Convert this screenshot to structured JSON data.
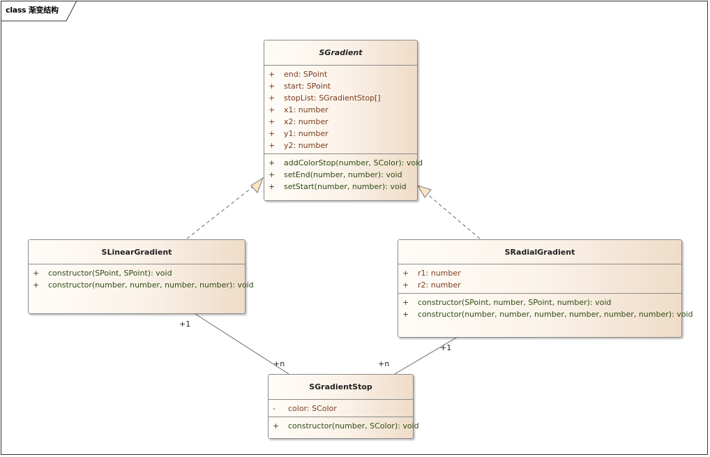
{
  "frame_label": "class 渐变结构",
  "colors": {
    "attribute": "#7a3b1e",
    "operation": "#2f4a12",
    "border": "#8a8a8a",
    "fill_light": "#fffcf8",
    "fill_dark": "#efdcc8"
  },
  "classes": [
    {
      "name": "SGradient",
      "abstract": true,
      "attributes": [
        {
          "vis": "+",
          "text": "end: SPoint"
        },
        {
          "vis": "+",
          "text": "start: SPoint"
        },
        {
          "vis": "+",
          "text": "stopList: SGradientStop[]"
        },
        {
          "vis": "+",
          "text": "x1: number"
        },
        {
          "vis": "+",
          "text": "x2: number"
        },
        {
          "vis": "+",
          "text": "y1: number"
        },
        {
          "vis": "+",
          "text": "y2: number"
        }
      ],
      "operations": [
        {
          "vis": "+",
          "text": "addColorStop(number, SColor): void"
        },
        {
          "vis": "+",
          "text": "setEnd(number, number): void"
        },
        {
          "vis": "+",
          "text": "setStart(number, number): void"
        }
      ]
    },
    {
      "name": "SLinearGradient",
      "abstract": false,
      "attributes": [],
      "operations": [
        {
          "vis": "+",
          "text": "constructor(SPoint, SPoint): void"
        },
        {
          "vis": "+",
          "text": "constructor(number, number, number, number): void"
        }
      ]
    },
    {
      "name": "SRadialGradient",
      "abstract": false,
      "attributes": [
        {
          "vis": "+",
          "text": "r1: number"
        },
        {
          "vis": "+",
          "text": "r2: number"
        }
      ],
      "operations": [
        {
          "vis": "+",
          "text": "constructor(SPoint, number, SPoint, number): void"
        },
        {
          "vis": "+",
          "text": "constructor(number, number, number, number, number, number): void"
        }
      ]
    },
    {
      "name": "SGradientStop",
      "abstract": false,
      "attributes": [
        {
          "vis": "-",
          "text": "color: SColor"
        }
      ],
      "operations": [
        {
          "vis": "+",
          "text": "constructor(number, SColor): void"
        }
      ]
    }
  ],
  "relations": [
    {
      "type": "realization",
      "from": "SLinearGradient",
      "to": "SGradient"
    },
    {
      "type": "realization",
      "from": "SRadialGradient",
      "to": "SGradient"
    },
    {
      "type": "association",
      "from": "SLinearGradient",
      "to": "SGradientStop",
      "source_mult": "+1",
      "target_mult": "+n"
    },
    {
      "type": "association",
      "from": "SRadialGradient",
      "to": "SGradientStop",
      "source_mult": "+1",
      "target_mult": "+n"
    }
  ]
}
